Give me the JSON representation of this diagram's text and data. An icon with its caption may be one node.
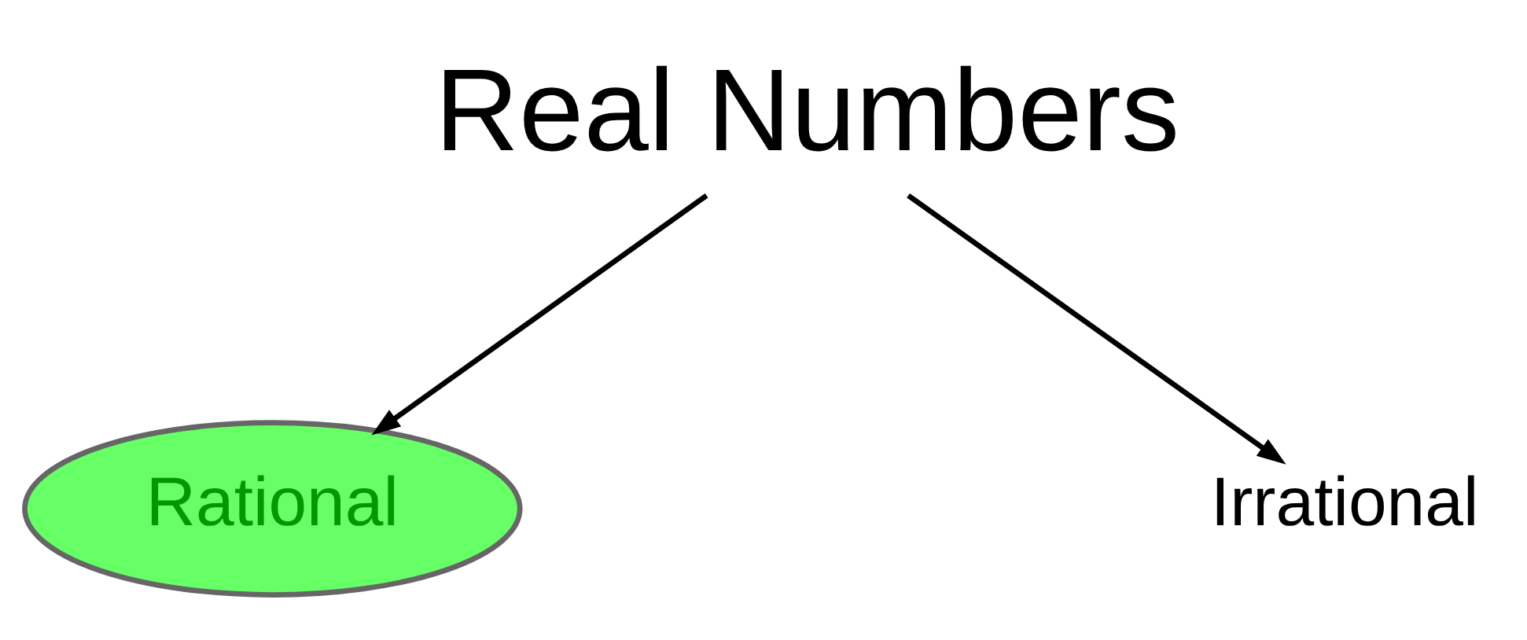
{
  "diagram": {
    "nodes": [
      {
        "text": [
          "Real Numbers"
        ]
      },
      {
        "text": [
          "Rational"
        ]
      },
      {
        "text": [
          "Irrational"
        ]
      }
    ],
    "edges": [
      {
        "from": 0,
        "to": 1,
        "arrow": "to"
      },
      {
        "from": 0,
        "to": 2,
        "arrow": "to"
      }
    ]
  }
}
